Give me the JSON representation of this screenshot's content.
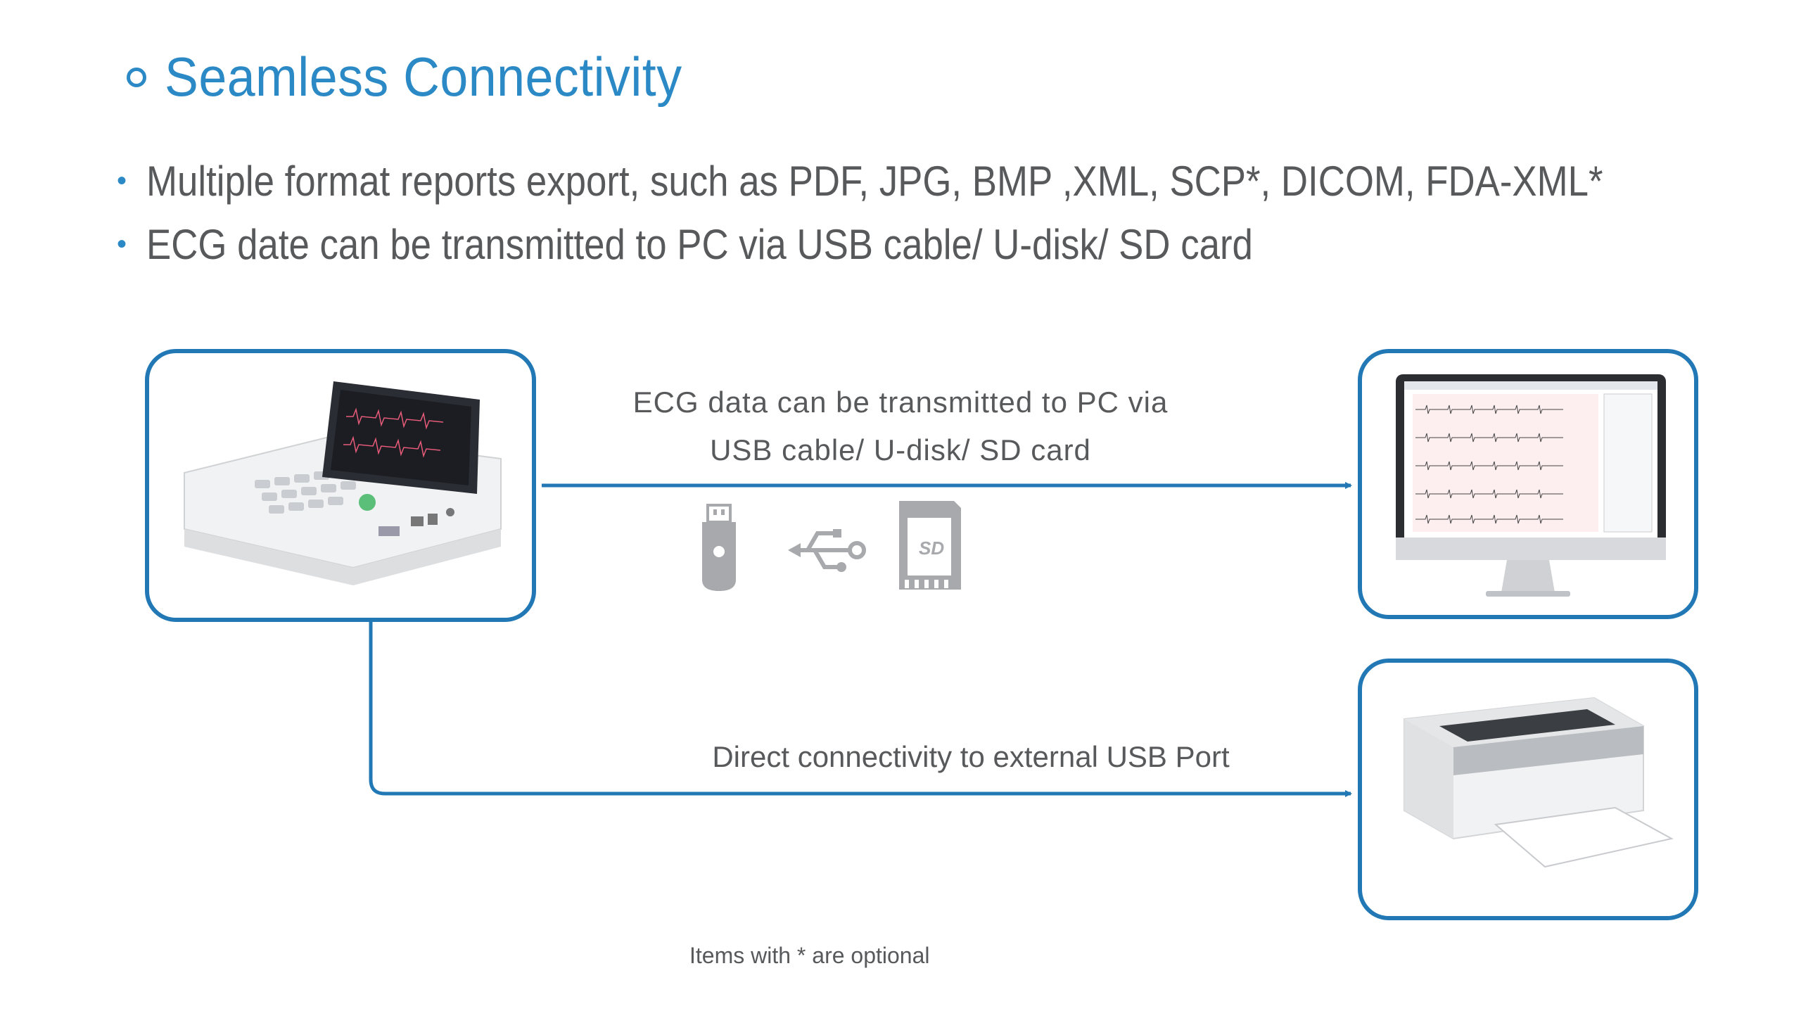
{
  "heading": "Seamless Connectivity",
  "bullets": [
    "Multiple format reports export, such as PDF, JPG, BMP ,XML, SCP*, DICOM, FDA-XML*",
    "ECG date can be transmitted to PC via USB cable/ U-disk/ SD card"
  ],
  "diagram": {
    "transfer_caption_line1": "ECG data can be transmitted to PC via",
    "transfer_caption_line2": "USB cable/ U-disk/ SD card",
    "usb_caption": "Direct connectivity to external USB Port",
    "transfer_icons": [
      "usb-flash-drive-icon",
      "usb-symbol-icon",
      "sd-card-icon"
    ],
    "nodes": [
      "ecg-machine",
      "pc-monitor",
      "printer"
    ]
  },
  "footnote": "Items with * are optional",
  "colors": {
    "accent": "#2b8ac6",
    "line": "#2178b5",
    "text": "#58595b",
    "icon": "#a7a9ac"
  }
}
